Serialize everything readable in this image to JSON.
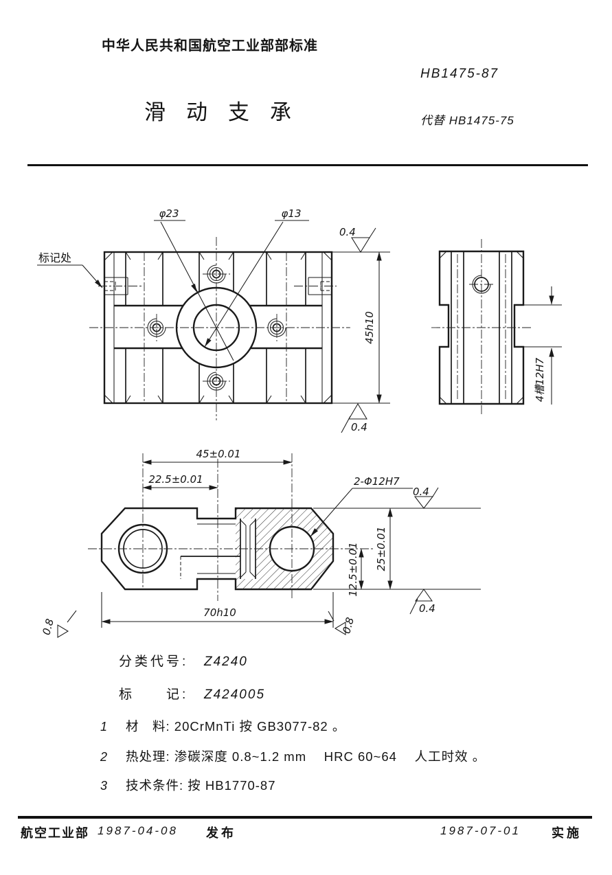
{
  "header": {
    "standard_org_line": "中华人民共和国航空工业部部标准",
    "standard_no": "HB1475-87",
    "title": "滑动支承",
    "replaces": "代替 HB1475-75"
  },
  "drawing": {
    "view_labels": {
      "marking_spot": "标记处"
    },
    "dims": {
      "dia23": "φ23",
      "dia13": "φ13",
      "height": "45h10",
      "grooves": "4槽12H7",
      "centers": "45±0.01",
      "half_centers": "22.5±0.01",
      "holes": "2-Φ12H7",
      "block_height": "25±0.01",
      "half_height": "12.5±0.01",
      "length": "70h10"
    },
    "roughness": {
      "fine": "0.4",
      "medium": "0.8"
    }
  },
  "body": {
    "class_code": {
      "label": "分类代号:",
      "value": "Z4240"
    },
    "marking": {
      "label": "标　　记:",
      "value": "Z424005"
    },
    "notes": [
      {
        "num": "1",
        "text": "材　料:  20CrMnTi  按 GB3077-82 。"
      },
      {
        "num": "2",
        "text": "热处理:  渗碳深度 0.8~1.2 mm 　HRC 60~64 　人工时效 。"
      },
      {
        "num": "3",
        "text": "技术条件:  按 HB1770-87"
      }
    ]
  },
  "footer": {
    "issuer": "航空工业部",
    "issue_date": "1987-04-08",
    "issue_action": "发布",
    "impl_date": "1987-07-01",
    "impl_action": "实施"
  }
}
